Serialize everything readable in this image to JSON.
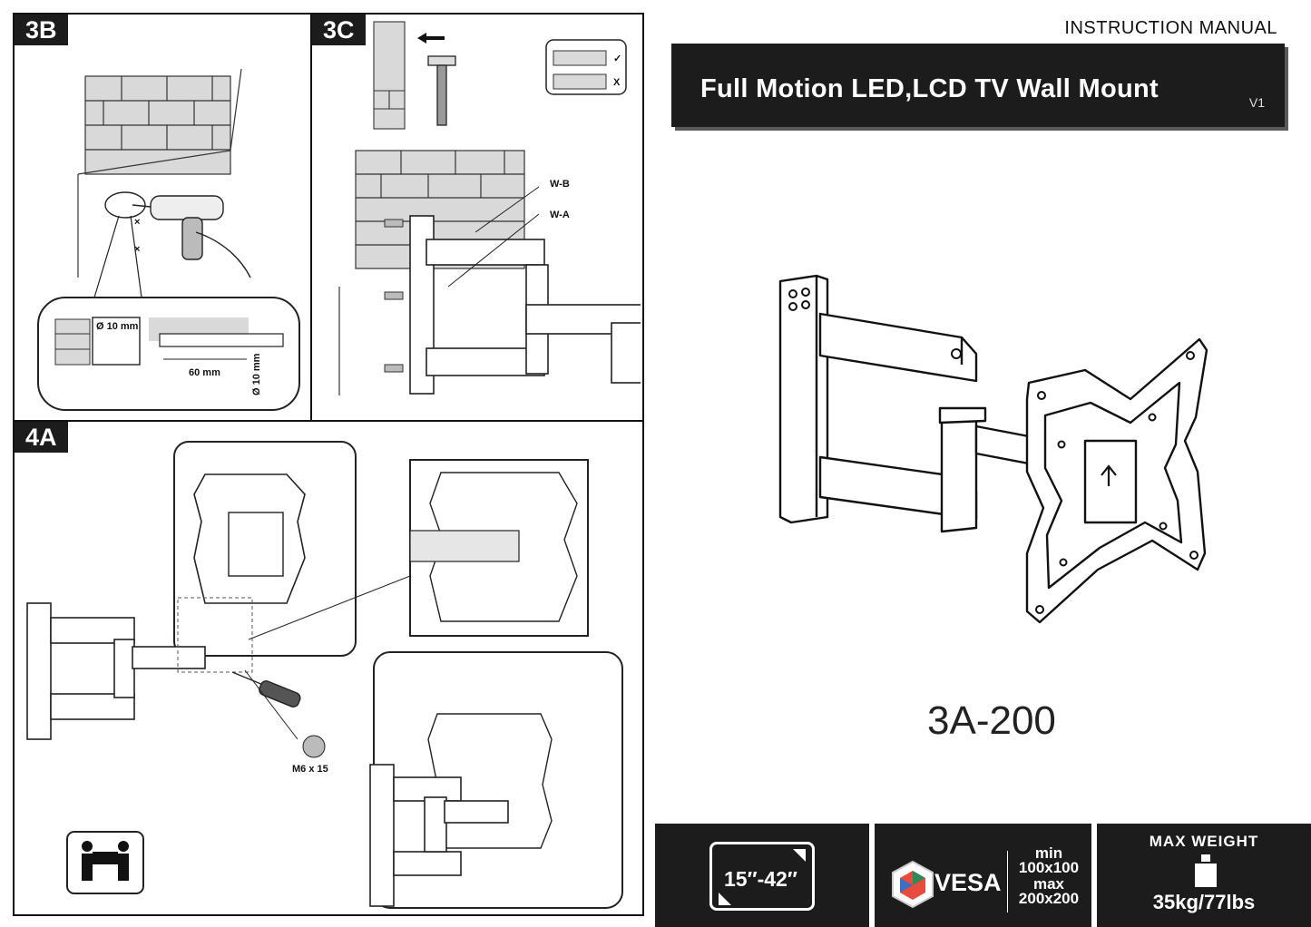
{
  "header": {
    "manual_label": "INSTRUCTION MANUAL",
    "title": "Full Motion LED,LCD TV Wall Mount",
    "version": "V1"
  },
  "steps": {
    "step_3b": {
      "tag": "3B",
      "drill_bit_label": "Ø 10 mm",
      "depth_label": "60 mm",
      "diameter_label": "Ø 10 mm"
    },
    "step_3c": {
      "tag": "3C",
      "callout_wb": "W-B",
      "callout_wa": "W-A",
      "check_mark": "✓",
      "cross_mark": "X"
    },
    "step_4a": {
      "tag": "4A",
      "screw_label": "M6 x 15"
    }
  },
  "product": {
    "model": "3A-200"
  },
  "specs": {
    "screen_size": "15″-42″",
    "vesa_label": "VESA",
    "vesa_min_label": "min",
    "vesa_min_value": "100x100",
    "vesa_max_label": "max",
    "vesa_max_value": "200x200",
    "max_weight_label": "MAX WEIGHT",
    "max_weight_value": "35kg/77lbs"
  },
  "colors": {
    "panel_dark": "#1c1c1c",
    "brick_gray": "#d9d9d9"
  }
}
